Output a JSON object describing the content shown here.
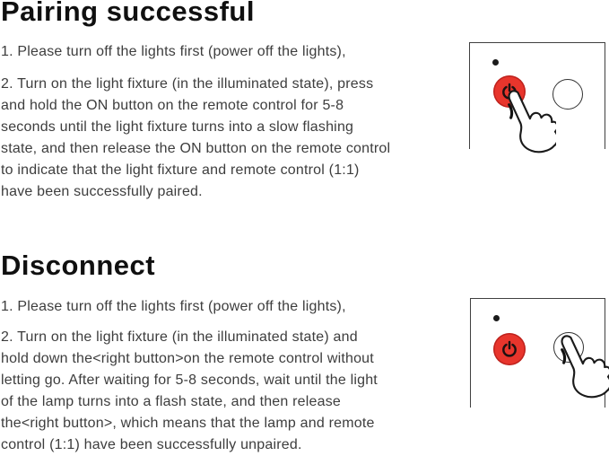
{
  "document_title": "Remote control pairing instructions",
  "colors": {
    "background": "#ffffff",
    "heading_text": "#101010",
    "body_text": "#3d3d3d",
    "button_red": "#e8352c",
    "panel_border": "#404040"
  },
  "sections": [
    {
      "heading": "Pairing successful",
      "para1_lines": [
        "1. Please turn off the lights first (power off the lights),"
      ],
      "para2_lines": [
        "2. Turn on the light fixture (in the illuminated state), press",
        "and hold the ON button on the remote control for 5-8",
        "seconds until the light fixture turns into a slow flashing",
        "state, and then release the ON button on the remote control",
        "to indicate that the light fixture and remote control (1:1)",
        "have been successfully paired."
      ],
      "illustration": {
        "type": "remote-panel",
        "led_indicator": true,
        "buttons": [
          "power-button-red",
          "right-button-white"
        ],
        "hand_pressing": "power-button-red"
      }
    },
    {
      "heading": "Disconnect",
      "para1_lines": [
        "1. Please turn off the lights first (power off the lights),"
      ],
      "para2_lines": [
        "2. Turn on the light fixture (in the illuminated state) and",
        "hold down the<right button>on the remote control without",
        "letting go. After waiting for 5-8 seconds, wait until the light",
        "of the lamp turns into a flash state, and then release",
        "the<right button>, which means that the lamp and remote",
        "control (1:1) have been successfully unpaired."
      ],
      "illustration": {
        "type": "remote-panel",
        "led_indicator": true,
        "buttons": [
          "power-button-red",
          "right-button-white"
        ],
        "hand_pressing": "right-button-white"
      }
    }
  ]
}
